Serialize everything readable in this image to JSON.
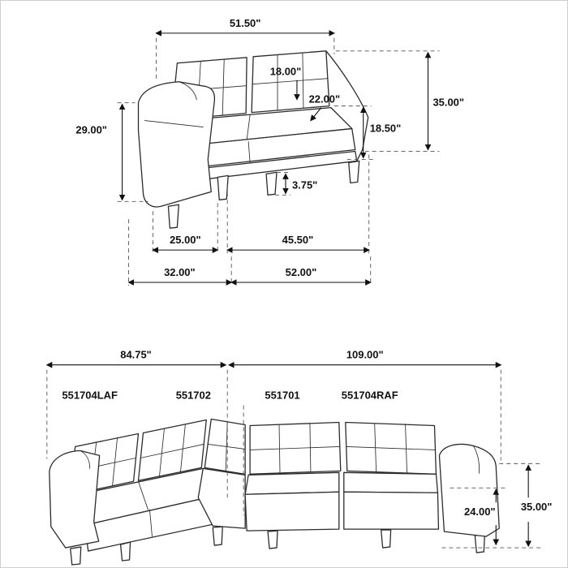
{
  "figure": {
    "background": "#ffffff",
    "border_color": "#cfcfcf",
    "line_color": "#2b2b2b",
    "dim_color": "#111111"
  },
  "loveseat_view": {
    "dims": {
      "top_width": "51.50\"",
      "back_cushion_height": "18.00\"",
      "seat_depth": "22.00\"",
      "arm_height": "29.00\"",
      "overall_height": "35.00\"",
      "seat_height": "18.50\"",
      "leg_height": "3.75\"",
      "front_width": "25.00\"",
      "inner_width": "45.50\"",
      "overall_depth": "32.00\"",
      "overall_width": "52.00\""
    }
  },
  "sectional_view": {
    "dims": {
      "left_side_width": "84.75\"",
      "right_side_width": "109.00\"",
      "overall_height": "35.00\"",
      "back_height": "24.00\""
    },
    "part_labels": [
      "551704LAF",
      "551702",
      "551701",
      "551704RAF"
    ]
  }
}
